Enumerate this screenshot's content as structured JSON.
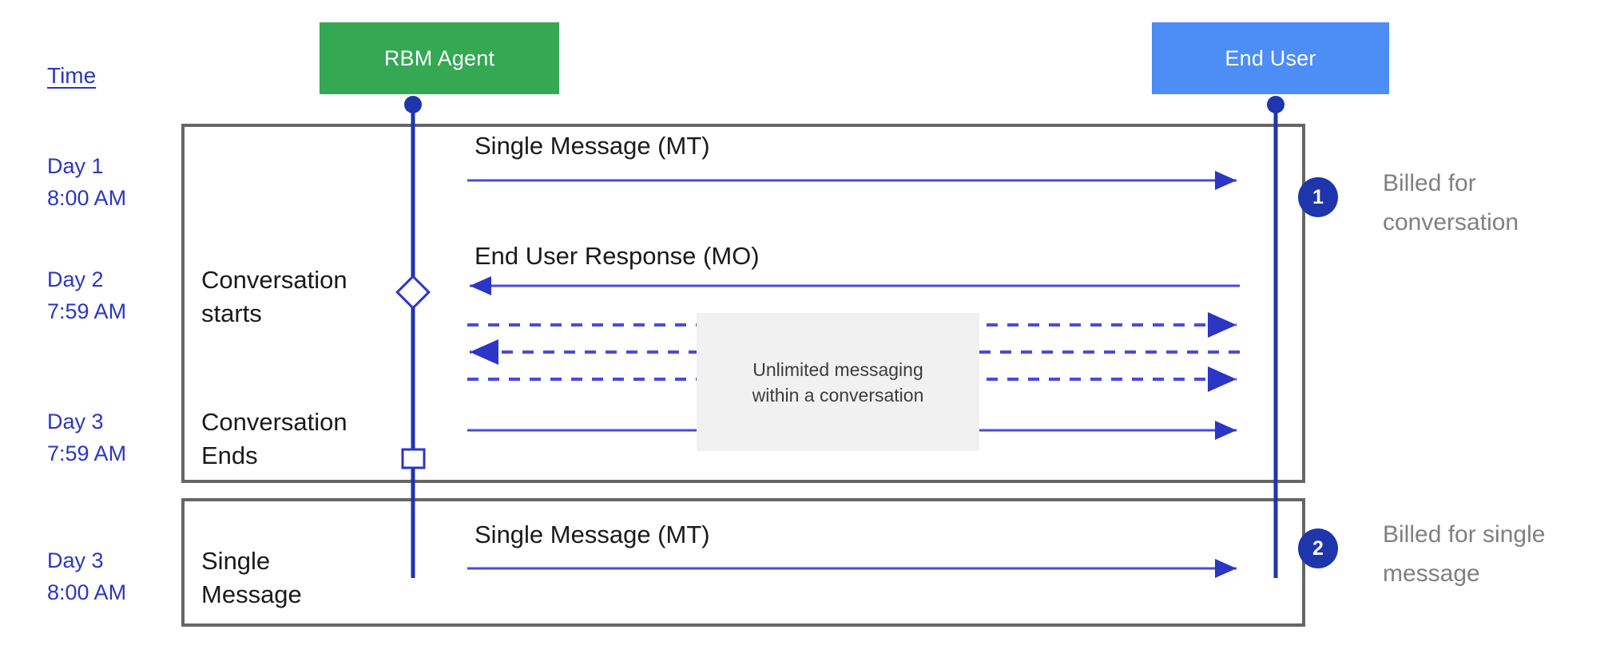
{
  "colors": {
    "agent_box": "#34a853",
    "user_box": "#4c8df6",
    "lifeline": "#1f35ab",
    "message_line": "#4a4ae0",
    "frame_border": "#666666",
    "note_background": "#f1f1f1",
    "time_text": "#2b36c4",
    "badge_fill": "#1f35ab",
    "billed_text": "#808080"
  },
  "header": {
    "time_label": "Time"
  },
  "actors": [
    {
      "id": "rbm-agent",
      "label": "RBM Agent"
    },
    {
      "id": "end-user",
      "label": "End User"
    }
  ],
  "timeline": [
    {
      "id": "day1-800",
      "day": "Day 1",
      "time": "8:00 AM",
      "text": "Day 1\n8:00 AM"
    },
    {
      "id": "day2-759",
      "day": "Day 2",
      "time": "7:59 AM",
      "text": "Day 2\n7:59 AM"
    },
    {
      "id": "day3-759",
      "day": "Day 3",
      "time": "7:59 AM",
      "text": "Day 3\n7:59 AM"
    },
    {
      "id": "day3-800",
      "day": "Day 3",
      "time": "8:00 AM",
      "text": "Day 3\n8:00 AM"
    }
  ],
  "phases": [
    {
      "id": "conversation-starts",
      "text": "Conversation\nstarts"
    },
    {
      "id": "conversation-ends",
      "text": "Conversation\nEnds"
    },
    {
      "id": "single-message",
      "text": "Single\nMessage"
    }
  ],
  "messages": [
    {
      "id": "mt-1",
      "label": "Single Message (MT)",
      "direction": "agent-to-user",
      "style": "solid"
    },
    {
      "id": "mo-1",
      "label": "End User Response (MO)",
      "direction": "user-to-agent",
      "style": "solid"
    },
    {
      "id": "mt-dashed-1",
      "label": "",
      "direction": "agent-to-user",
      "style": "dashed"
    },
    {
      "id": "mo-dashed-1",
      "label": "",
      "direction": "user-to-agent",
      "style": "dashed"
    },
    {
      "id": "mt-dashed-2",
      "label": "",
      "direction": "agent-to-user",
      "style": "dashed"
    },
    {
      "id": "mt-2",
      "label": "",
      "direction": "agent-to-user",
      "style": "solid"
    },
    {
      "id": "mt-3",
      "label": "Single Message (MT)",
      "direction": "agent-to-user",
      "style": "solid"
    }
  ],
  "note": {
    "id": "unlimited-messaging-note",
    "text": "Unlimited messaging\nwithin a conversation"
  },
  "billing_callouts": [
    {
      "id": "callout-1",
      "number": "1",
      "text": "Billed for\nconversation"
    },
    {
      "id": "callout-2",
      "number": "2",
      "text": "Billed for single\nmessage"
    }
  ]
}
